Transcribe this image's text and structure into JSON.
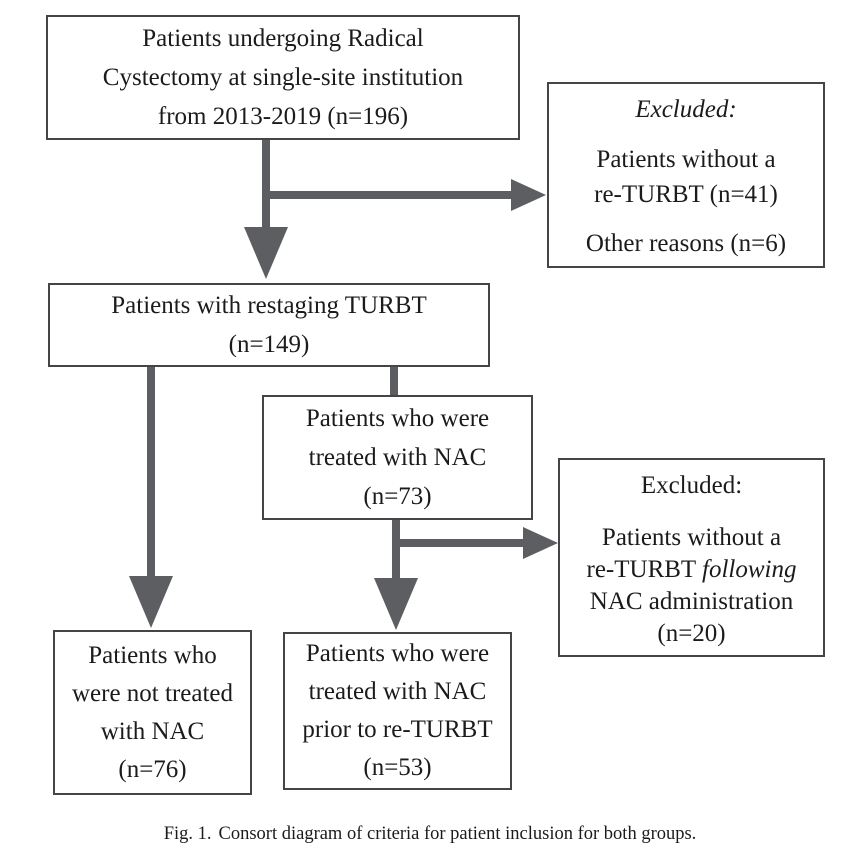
{
  "figure": {
    "caption_label": "Fig. 1.",
    "caption_text": "Consort diagram of criteria for patient inclusion for both groups."
  },
  "boxes": {
    "cystectomy": {
      "line1": "Patients undergoing Radical",
      "line2": "Cystectomy at single-site institution",
      "line3": "from 2013-2019 (n=196)"
    },
    "excluded1": {
      "title": "Excluded:",
      "line1": "Patients without a",
      "line2": "re-TURBT (n=41)",
      "line3": "Other reasons (n=6)"
    },
    "restaging": {
      "line1": "Patients with restaging TURBT",
      "line2": "(n=149)"
    },
    "nac": {
      "line1": "Patients who were",
      "line2": "treated with NAC",
      "line3": "(n=73)"
    },
    "excluded2": {
      "title": "Excluded:",
      "line1": "Patients without a",
      "line2_pre": "re-TURBT ",
      "line2_italic": "following",
      "line3": "NAC administration",
      "line4": "(n=20)"
    },
    "no_nac": {
      "line1": "Patients who",
      "line2": "were not treated",
      "line3": "with NAC",
      "line4": "(n=76)"
    },
    "nac_prior": {
      "line1": "Patients who were",
      "line2": "treated with NAC",
      "line3": "prior to re-TURBT",
      "line4": "(n=53)"
    }
  },
  "counts": {
    "total": 196,
    "excluded_no_returbt": 41,
    "excluded_other": 6,
    "restaging_turbt": 149,
    "nac_treated": 73,
    "excluded_no_returbt_after_nac": 20,
    "no_nac": 76,
    "nac_prior_returbt": 53
  },
  "colors": {
    "arrow": "#5d5e62",
    "border": "#454547",
    "text": "#1b1b1b",
    "background": "#ffffff"
  }
}
